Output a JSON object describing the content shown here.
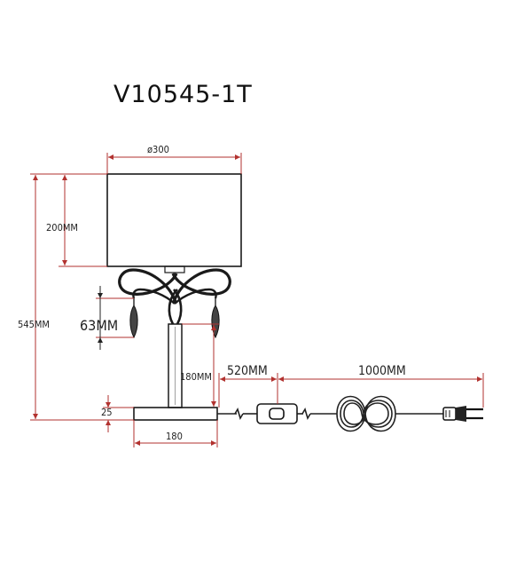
{
  "title": "V10545-1T",
  "dimensions": {
    "shade_diameter": "ø300",
    "shade_height": "200MM",
    "total_height": "545MM",
    "crystal_drop": "63MM",
    "stem_height": "180MM",
    "cord_to_switch": "520MM",
    "switch_to_plug": "1000MM",
    "base_height": "25",
    "base_width": "180"
  },
  "colors": {
    "dimension_line": "#b2322f",
    "drawing_line": "#1a1a1a"
  }
}
